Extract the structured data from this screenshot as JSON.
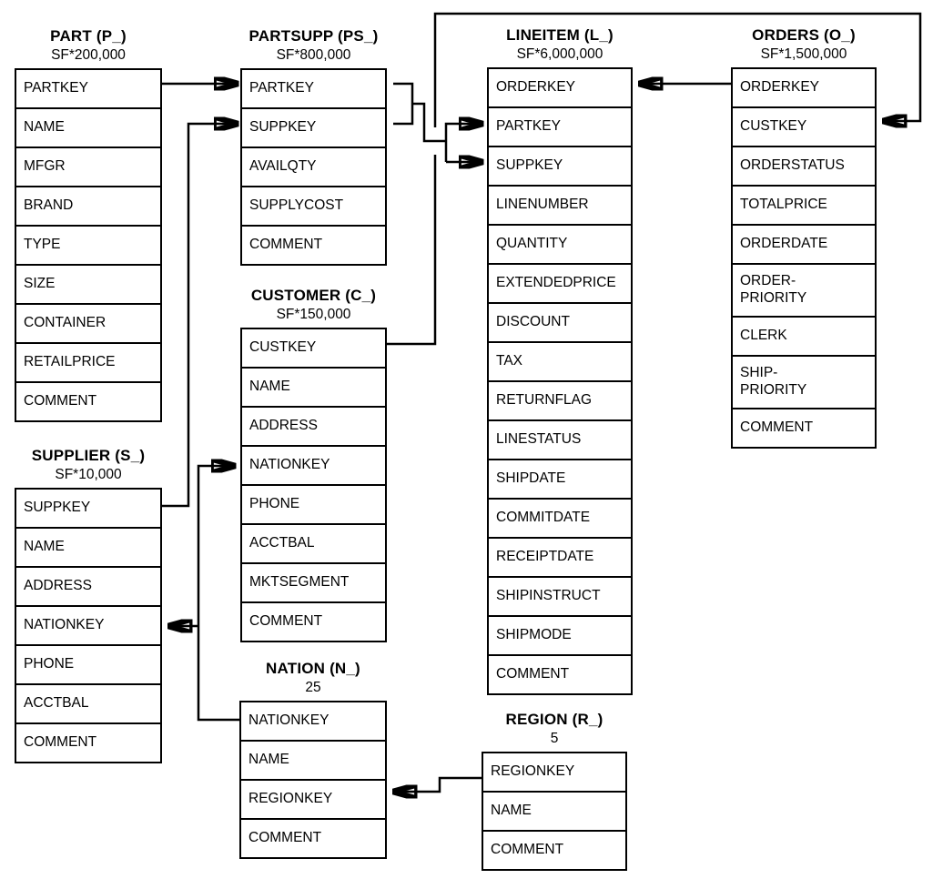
{
  "diagram": {
    "kind": "database-schema",
    "tables": [
      {
        "id": "part",
        "name": "PART (P_)",
        "cardinality": "SF*200,000",
        "columns": [
          "PARTKEY",
          "NAME",
          "MFGR",
          "BRAND",
          "TYPE",
          "SIZE",
          "CONTAINER",
          "RETAILPRICE",
          "COMMENT"
        ]
      },
      {
        "id": "partsupp",
        "name": "PARTSUPP (PS_)",
        "cardinality": "SF*800,000",
        "columns": [
          "PARTKEY",
          "SUPPKEY",
          "AVAILQTY",
          "SUPPLYCOST",
          "COMMENT"
        ]
      },
      {
        "id": "lineitem",
        "name": "LINEITEM (L_)",
        "cardinality": "SF*6,000,000",
        "columns": [
          "ORDERKEY",
          "PARTKEY",
          "SUPPKEY",
          "LINENUMBER",
          "QUANTITY",
          "EXTENDEDPRICE",
          "DISCOUNT",
          "TAX",
          "RETURNFLAG",
          "LINESTATUS",
          "SHIPDATE",
          "COMMITDATE",
          "RECEIPTDATE",
          "SHIPINSTRUCT",
          "SHIPMODE",
          "COMMENT"
        ]
      },
      {
        "id": "orders",
        "name": "ORDERS (O_)",
        "cardinality": "SF*1,500,000",
        "columns": [
          "ORDERKEY",
          "CUSTKEY",
          "ORDERSTATUS",
          "TOTALPRICE",
          "ORDERDATE",
          "ORDER-\nPRIORITY",
          "CLERK",
          "SHIP-\nPRIORITY",
          "COMMENT"
        ]
      },
      {
        "id": "customer",
        "name": "CUSTOMER (C_)",
        "cardinality": "SF*150,000",
        "columns": [
          "CUSTKEY",
          "NAME",
          "ADDRESS",
          "NATIONKEY",
          "PHONE",
          "ACCTBAL",
          "MKTSEGMENT",
          "COMMENT"
        ]
      },
      {
        "id": "supplier",
        "name": "SUPPLIER (S_)",
        "cardinality": "SF*10,000",
        "columns": [
          "SUPPKEY",
          "NAME",
          "ADDRESS",
          "NATIONKEY",
          "PHONE",
          "ACCTBAL",
          "COMMENT"
        ]
      },
      {
        "id": "nation",
        "name": "NATION (N_)",
        "cardinality": "25",
        "columns": [
          "NATIONKEY",
          "NAME",
          "REGIONKEY",
          "COMMENT"
        ]
      },
      {
        "id": "region",
        "name": "REGION (R_)",
        "cardinality": "5",
        "columns": [
          "REGIONKEY",
          "NAME",
          "COMMENT"
        ]
      }
    ],
    "relationships": [
      {
        "from": "PART.PARTKEY",
        "to": "PARTSUPP.PARTKEY"
      },
      {
        "from": "SUPPLIER.SUPPKEY",
        "to": "PARTSUPP.SUPPKEY"
      },
      {
        "from": "PARTSUPP.PARTKEY",
        "to": "LINEITEM.PARTKEY"
      },
      {
        "from": "PARTSUPP.SUPPKEY",
        "to": "LINEITEM.SUPPKEY"
      },
      {
        "from": "ORDERS.ORDERKEY",
        "to": "LINEITEM.ORDERKEY"
      },
      {
        "from": "CUSTOMER.CUSTKEY",
        "to": "ORDERS.CUSTKEY"
      },
      {
        "from": "NATION.NATIONKEY",
        "to": "CUSTOMER.NATIONKEY"
      },
      {
        "from": "NATION.NATIONKEY",
        "to": "SUPPLIER.NATIONKEY"
      },
      {
        "from": "REGION.REGIONKEY",
        "to": "NATION.REGIONKEY"
      }
    ],
    "line_color": "#000000",
    "background_color": "#ffffff"
  }
}
